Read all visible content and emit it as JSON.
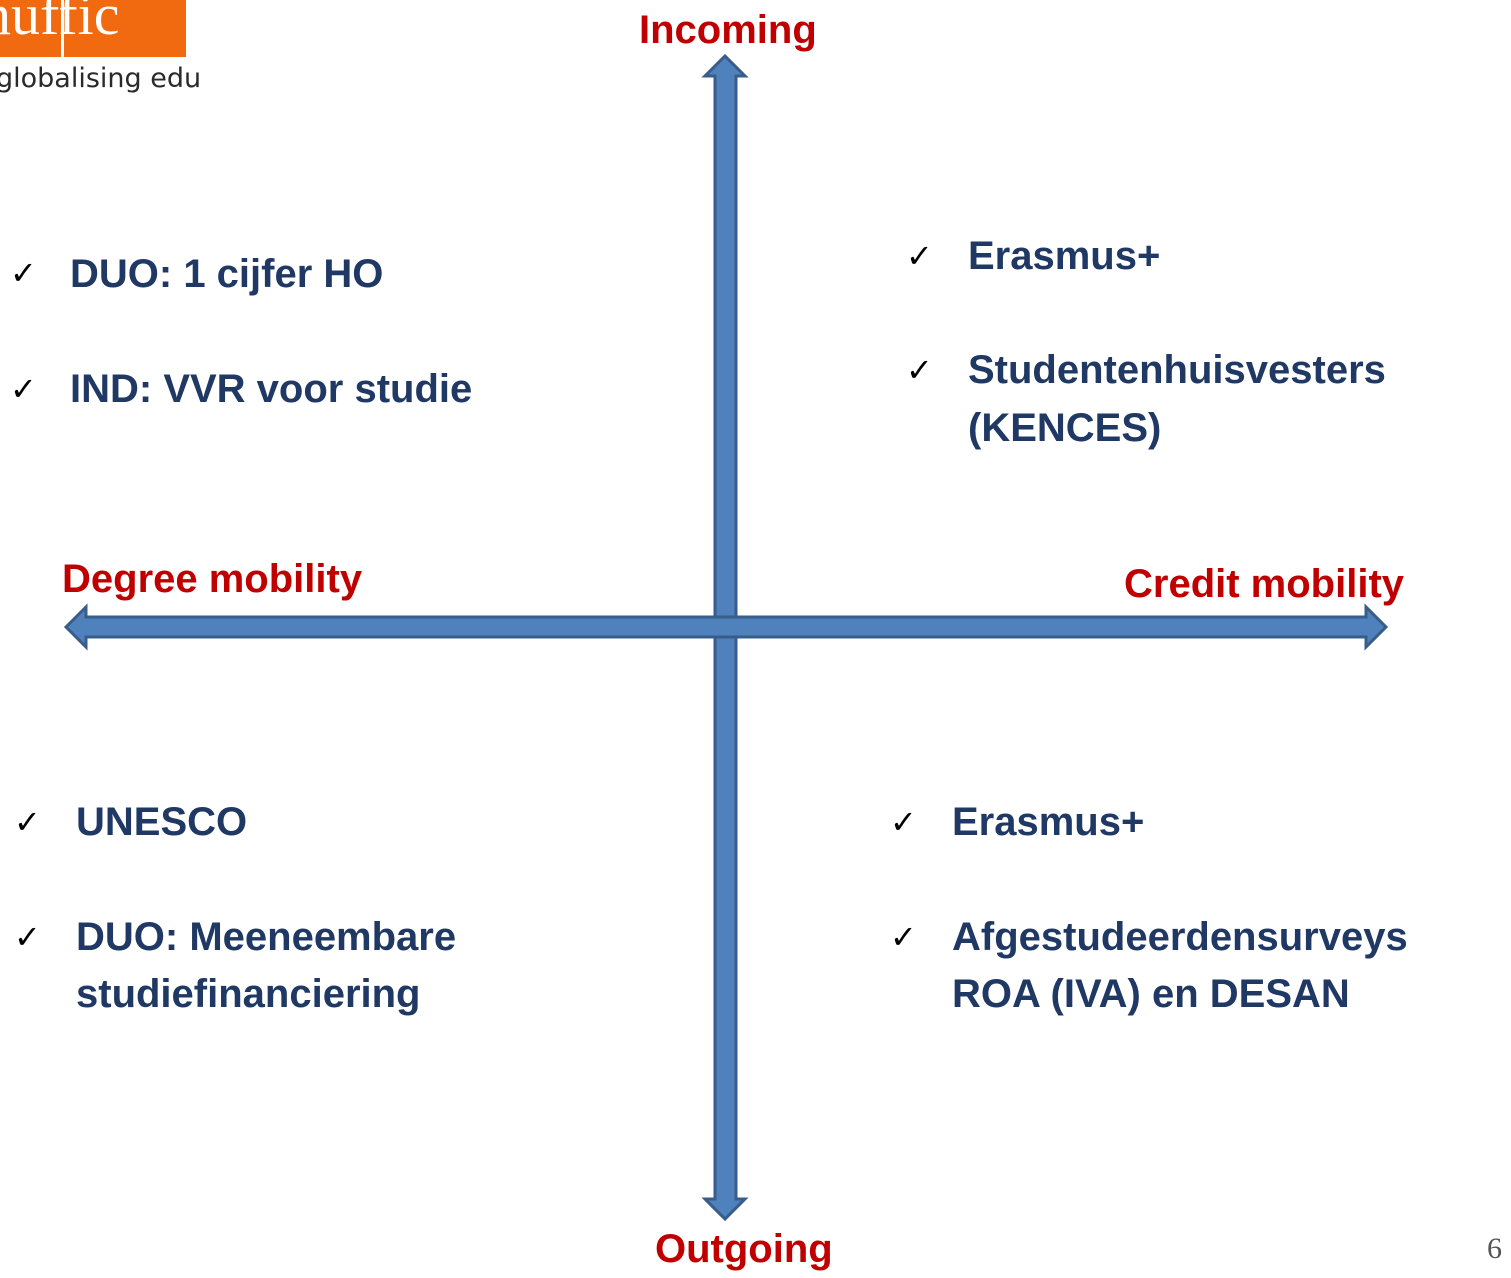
{
  "logo": {
    "wordmark": "nuffic",
    "tagline": "globalising education"
  },
  "axes": {
    "top": "Incoming",
    "bottom": "Outgoing",
    "left": "Degree mobility",
    "right": "Credit mobility"
  },
  "quadrants": {
    "top_left": [
      "DUO: 1 cijfer HO",
      "IND: VVR voor studie"
    ],
    "top_right": [
      "Erasmus+",
      "Studentenhuisvesters",
      "(KENCES)"
    ],
    "bottom_left": [
      "UNESCO",
      "DUO: Meeneembare",
      "studiefinanciering"
    ],
    "bottom_right": [
      "Erasmus+",
      "Afgestudeerdensurveys",
      "ROA (IVA) en DESAN"
    ]
  },
  "check_glyph": "✓",
  "page_number": "6",
  "colors": {
    "arrow_fill": "#4f81bd",
    "arrow_stroke": "#385d8a",
    "axis_label": "#c00000",
    "item_text": "#1f3864",
    "logo_bg": "#f26a10"
  }
}
